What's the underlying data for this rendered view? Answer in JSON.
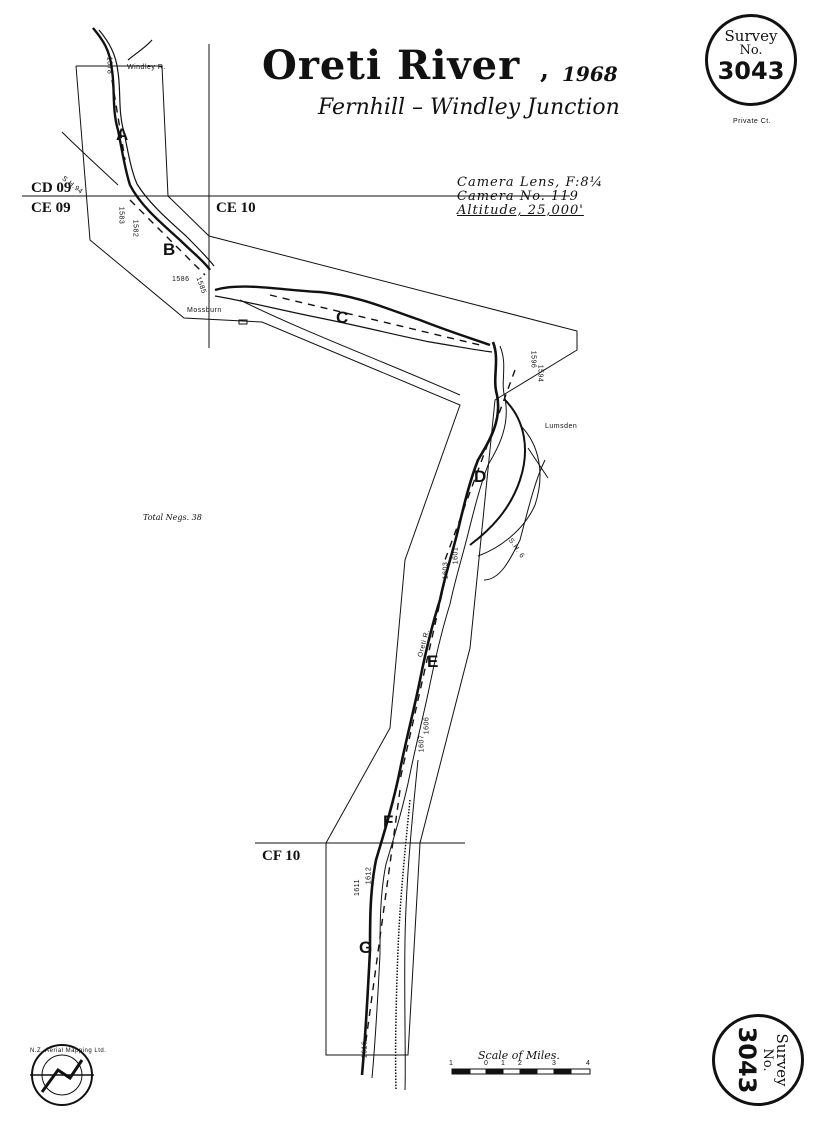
{
  "title": {
    "main": "Oreti River",
    "comma": ",",
    "year": "1968",
    "subtitle": "Fernhill – Windley Junction"
  },
  "camera": {
    "lens": "Camera Lens, F:8¼",
    "number": "Camera No. 119",
    "altitude": "Altitude, 25,000'"
  },
  "grid": {
    "cd09": "CD 09",
    "ce09": "CE 09",
    "ce10": "CE 10",
    "cf10": "CF 10"
  },
  "places": {
    "windley": "Windley R.",
    "mossburn": "Mossburn",
    "lumsden": "Lumsden",
    "oreti": "Oreti R.",
    "sh94": "S.H.94",
    "sh6": "S.H. 6"
  },
  "runs": [
    "A",
    "B",
    "C",
    "D",
    "E",
    "F",
    "G"
  ],
  "photo_numbers": {
    "n1578": "1578",
    "n1583": "1583",
    "n1582": "1582",
    "n1586": "1586",
    "n1585": "1585",
    "n1596": "1596",
    "n1594": "1594",
    "n1601": "1601",
    "n1603": "1603",
    "n1606": "1606",
    "n1607": "1607",
    "n1612": "1612",
    "n1611": "1611",
    "n1616": "1616"
  },
  "total_negs": "Total Negs. 38",
  "scale": {
    "label": "Scale of Miles.",
    "ticks": [
      "1",
      "0",
      "1",
      "2",
      "3",
      "4"
    ]
  },
  "stamp_top": {
    "line1": "Survey",
    "line2": "No.",
    "number": "3043",
    "note": "Private Ct."
  },
  "stamp_bottom": {
    "line1": "Survey",
    "line2": "No.",
    "number": "3043"
  },
  "logo_text": "N.Z. Aerial Mapping Ltd."
}
